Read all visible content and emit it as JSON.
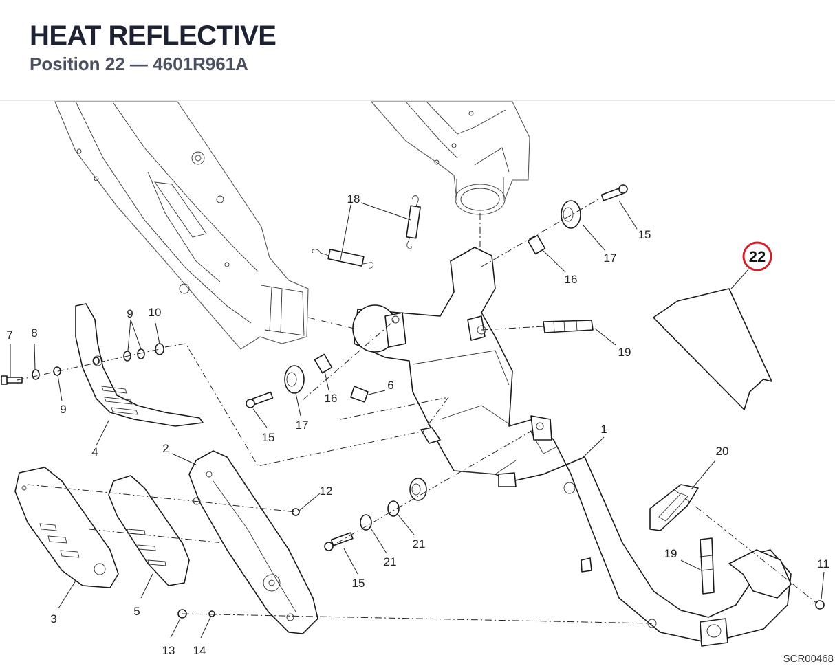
{
  "header": {
    "title": "HEAT REFLECTIVE",
    "subtitle": "Position 22 — 4601R961A"
  },
  "highlight": {
    "number": "22",
    "color": "#d0202a"
  },
  "callouts": [
    "1",
    "2",
    "3",
    "4",
    "5",
    "6",
    "7",
    "8",
    "9",
    "9",
    "10",
    "11",
    "12",
    "13",
    "14",
    "15",
    "15",
    "15",
    "16",
    "16",
    "17",
    "17",
    "18",
    "19",
    "19",
    "20",
    "21",
    "21"
  ],
  "drawing_code": "SCR00468"
}
